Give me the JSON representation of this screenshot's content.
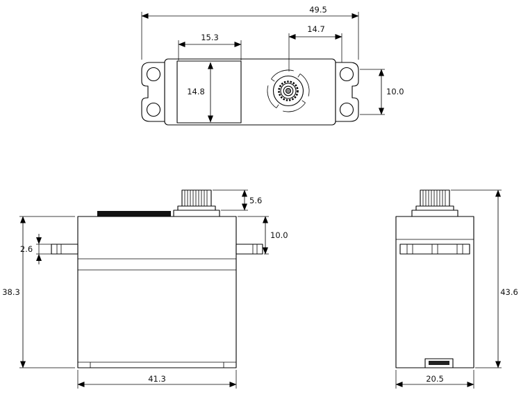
{
  "dims": {
    "top_overall_width": "49.5",
    "top_shaft_to_edge": "14.7",
    "top_label_width": "15.3",
    "top_label_height": "14.8",
    "top_mount_height": "10.0",
    "front_spline_height": "5.6",
    "front_top_to_tab_bottom": "10.0",
    "front_tab_thickness": "2.6",
    "front_body_height": "38.3",
    "front_body_width": "41.3",
    "side_total_height": "43.6",
    "side_body_depth": "20.5"
  }
}
